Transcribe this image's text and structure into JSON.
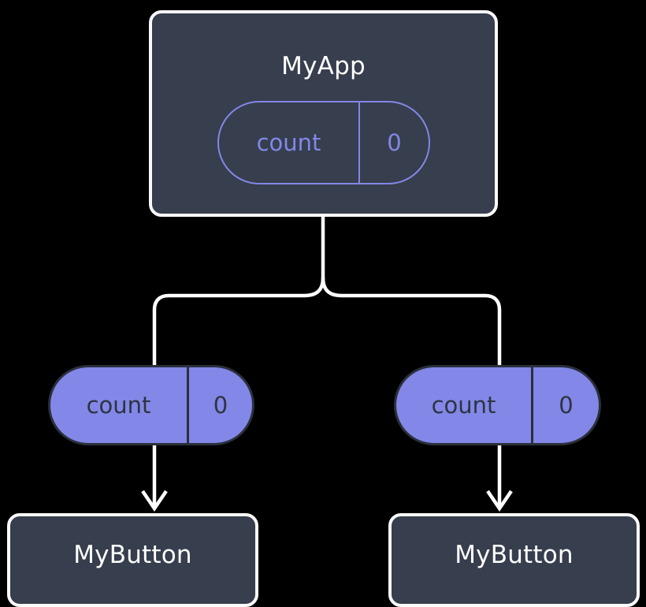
{
  "diagram": {
    "title": "React component tree with count state passed as props",
    "type": "component-tree",
    "background_color": "#000000",
    "colors": {
      "component_fill": "#373E4D",
      "component_border": "#FAFAFA",
      "component_label": "#FFFFFF",
      "state_accent": "#8287E8",
      "pill_text_dark": "#2E3440",
      "edge": "#FFFFFF"
    }
  },
  "root": {
    "label": "MyApp",
    "state": {
      "key": "count",
      "value": "0"
    }
  },
  "props": [
    {
      "key": "count",
      "value": "0",
      "target": "MyButton"
    },
    {
      "key": "count",
      "value": "0",
      "target": "MyButton"
    }
  ],
  "children": [
    {
      "label": "MyButton"
    },
    {
      "label": "MyButton"
    }
  ]
}
